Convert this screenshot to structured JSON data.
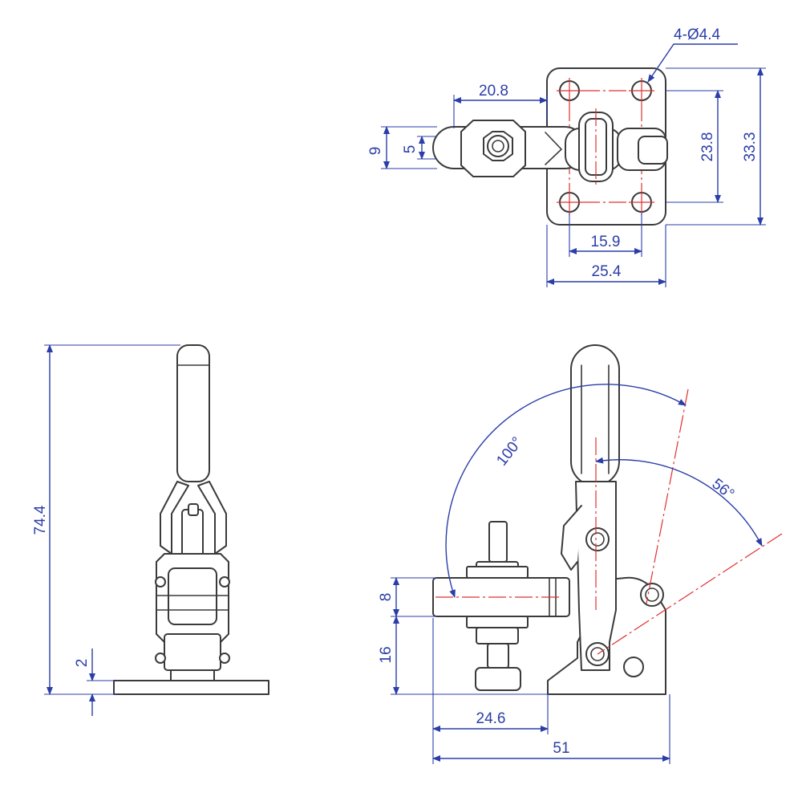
{
  "labels": {
    "holes": "4-Ø4.4",
    "handle_offset": "20.8",
    "slot_outer": "9",
    "slot_inner": "5",
    "hole_spacing_v": "23.8",
    "base_height": "33.3",
    "hole_spacing_h": "15.9",
    "base_width": "25.4",
    "overall_height": "74.4",
    "base_thickness": "2",
    "arm_thickness": "8",
    "arm_height": "16",
    "reach": "24.6",
    "overall_length": "51",
    "open_angle": "100°",
    "handle_angle": "56°"
  },
  "colors": {
    "part": "#3a3a3a",
    "dimension": "#2b3ea8",
    "centerline": "#e03030"
  }
}
